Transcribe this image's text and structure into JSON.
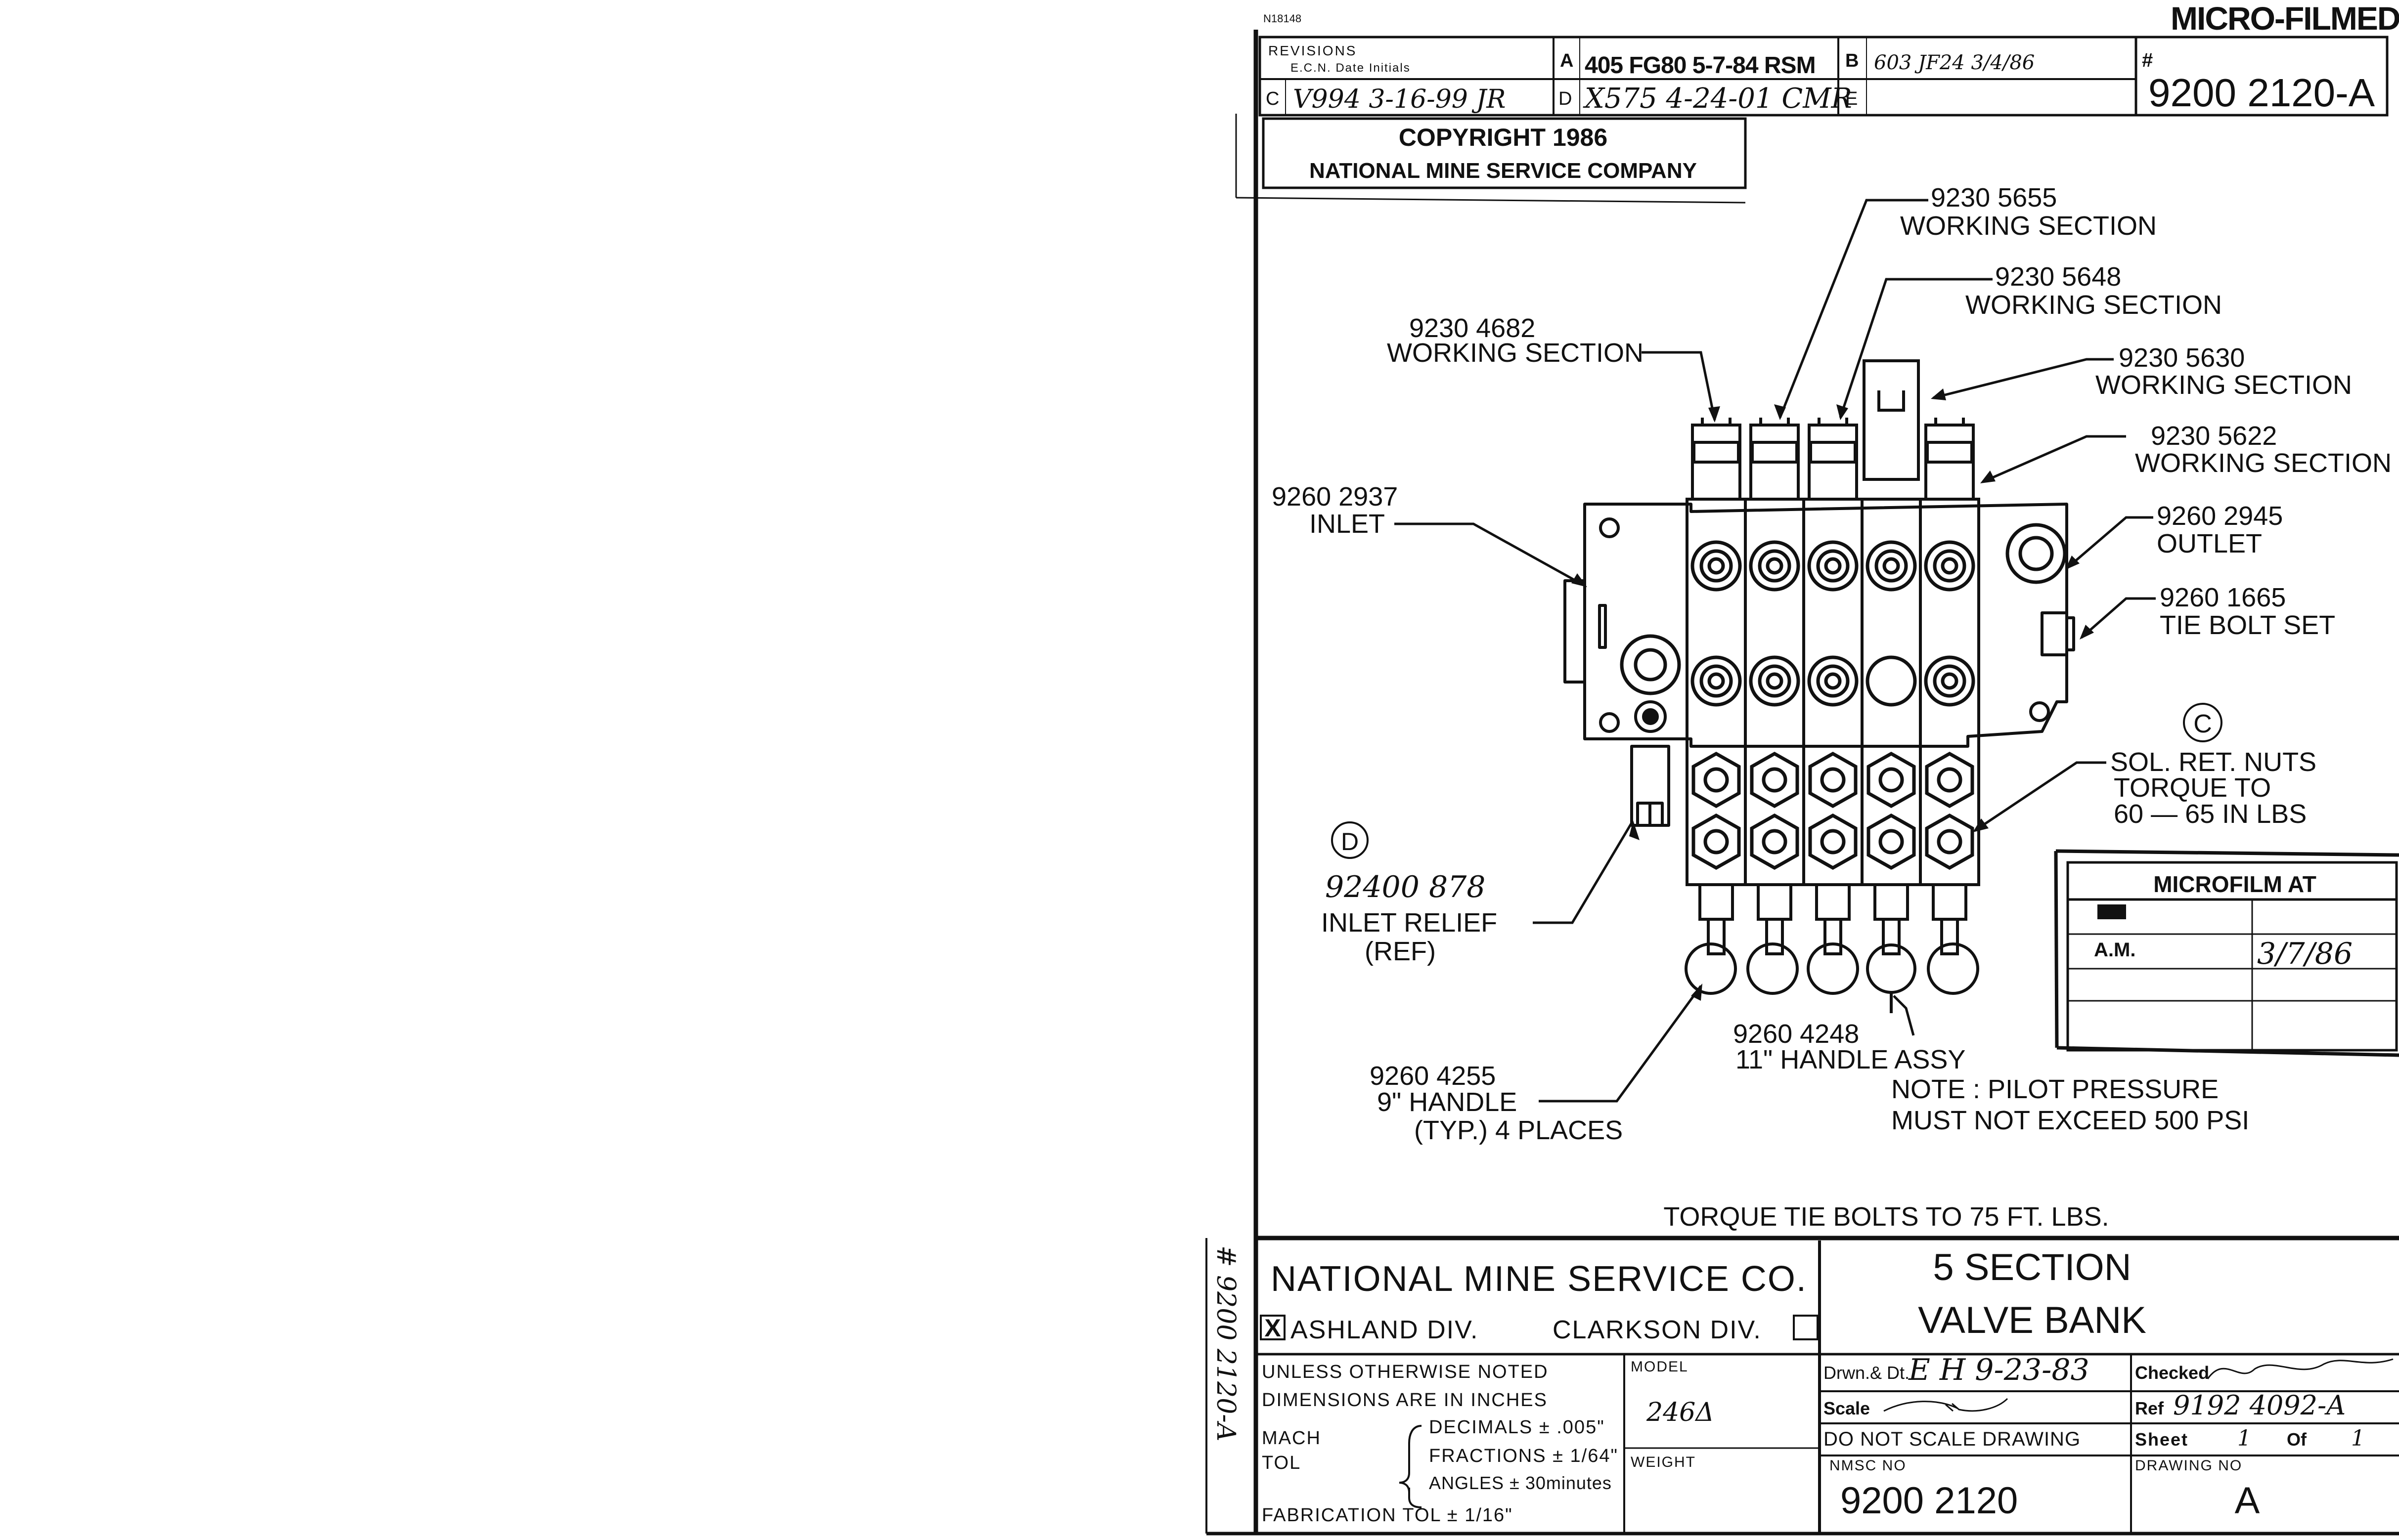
{
  "stamp_small": "N18148",
  "microfilmed_stamp": "MICRO-FILMED",
  "revisions": {
    "header_line1": "REVISIONS",
    "header_line2": "E.C.N. Date  Initials",
    "a_letter": "A",
    "a_entry": "405 FG80 5-7-84 RSM",
    "b_letter": "B",
    "b_entry": "603 JF24  3/4/86",
    "c_letter": "C",
    "c_entry": "V994 3-16-99 JR",
    "d_letter": "D",
    "d_entry": "X575 4-24-01 CMR",
    "e_letter": "E"
  },
  "number_box": {
    "hash": "#",
    "number": "9200 2120-A"
  },
  "copyright": {
    "line1": "COPYRIGHT  1986",
    "line2": "NATIONAL MINE SERVICE COMPANY"
  },
  "callouts": {
    "c_5655_num": "9230 5655",
    "c_5655_txt": "WORKING SECTION",
    "c_5648_num": "9230 5648",
    "c_5648_txt": "WORKING SECTION",
    "c_4682_num": "9230 4682",
    "c_4682_txt": "WORKING SECTION",
    "c_5630_num": "9230 5630",
    "c_5630_txt": "WORKING SECTION",
    "c_5622_num": "9230 5622",
    "c_5622_txt": "WORKING SECTION",
    "c_inlet_num": "9260 2937",
    "c_inlet_txt": "INLET",
    "c_outlet_num": "9260 2945",
    "c_outlet_txt": "OUTLET",
    "c_tie_num": "9260 1665",
    "c_tie_txt": "TIE BOLT SET",
    "rev_c": "C",
    "c_sol_1": "SOL. RET. NUTS",
    "c_sol_2": "TORQUE  TO",
    "c_sol_3": "60  —  65  IN LBS",
    "rev_d": "D",
    "c_relief_num": "92400 878",
    "c_relief_txt": "INLET RELIEF",
    "c_relief_ref": "(REF)",
    "c_11h_num": "9260 4248",
    "c_11h_txt": "11\" HANDLE ASSY",
    "c_9h_num": "9260 4255",
    "c_9h_txt": "9\" HANDLE",
    "c_9h_typ": "(TYP.) 4 PLACES",
    "note_1": "NOTE : PILOT PRESSURE",
    "note_2": "MUST NOT EXCEED 500 PSI",
    "torque_note": "TORQUE TIE BOLTS TO 75 FT. LBS."
  },
  "microfilm_box": {
    "title": "MICROFILM  AT",
    "am": "A.M.",
    "date": "3/7/86"
  },
  "side_number": "# 9200 2120-A",
  "title_block": {
    "company": "NATIONAL MINE SERVICE CO.",
    "check_mark": "X",
    "ashland": "ASHLAND  DIV.",
    "clarkson": "CLARKSON DIV.",
    "title_1": "5 SECTION",
    "title_2": "VALVE BANK",
    "unless_1": "UNLESS OTHERWISE NOTED",
    "unless_2": "DIMENSIONS ARE IN INCHES",
    "mach": "MACH",
    "tol": "TOL",
    "decimals": "DECIMALS ± .005\"",
    "fractions": "FRACTIONS ± 1/64\"",
    "angles": "ANGLES ± 30minutes",
    "fab_tol": "FABRICATION TOL  ±  1/16\"",
    "model_label": "MODEL",
    "model_value": "246Δ",
    "weight_label": "WEIGHT",
    "drawn_label": "Drwn.& Dt.",
    "drawn_value": "E H 9-23-83",
    "checked_label": "Checked",
    "scale_label": "Scale",
    "ref_label": "Ref",
    "ref_value": "9192 4092-A",
    "dns": "DO NOT SCALE DRAWING",
    "sheet_label": "Sheet",
    "sheet_value": "1",
    "of_label": "Of",
    "of_value": "1",
    "nmsc_label": "NMSC NO",
    "nmsc_value": "9200 2120",
    "drawing_no_label": "DRAWING NO",
    "drawing_no_value": "A"
  }
}
